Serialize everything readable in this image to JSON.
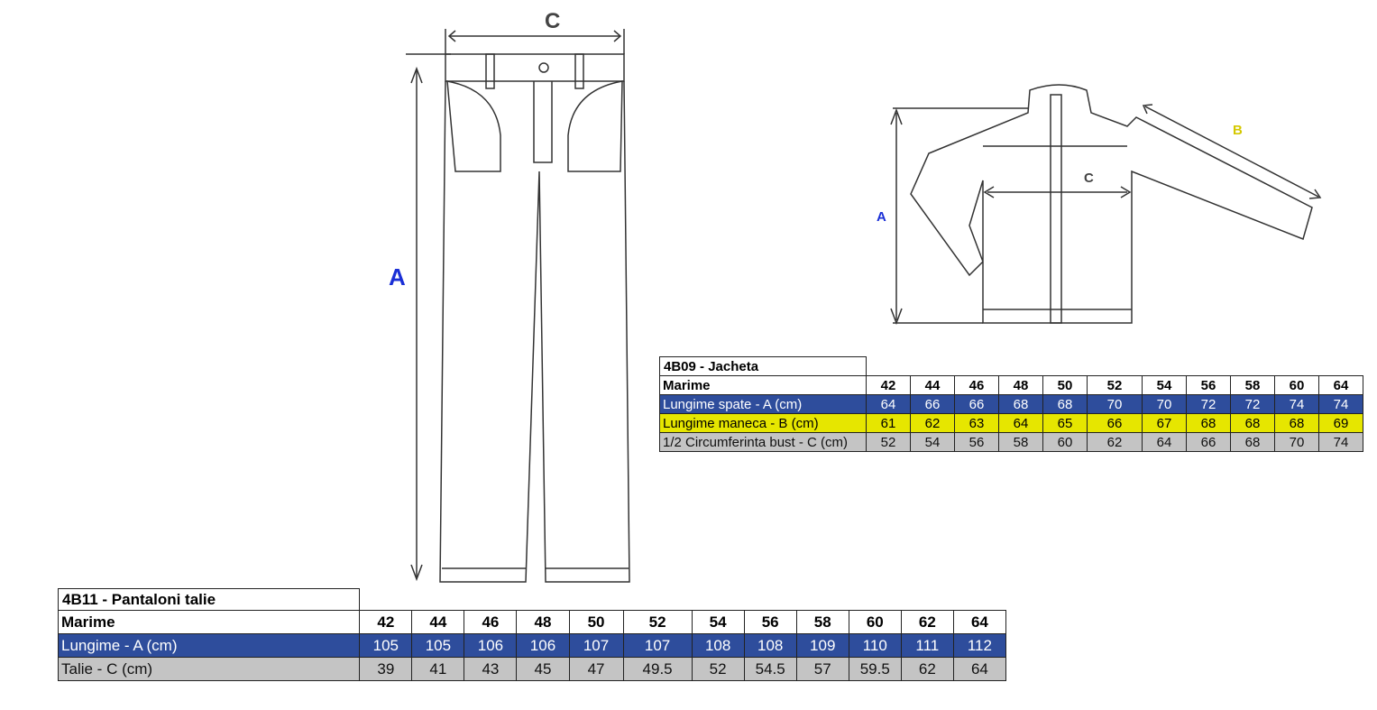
{
  "pants": {
    "labels": {
      "a": "A",
      "c": "C"
    },
    "table": {
      "title": "4B11 - Pantaloni talie",
      "header_label": "Marime",
      "sizes": [
        "42",
        "44",
        "46",
        "48",
        "50",
        "52",
        "54",
        "56",
        "58",
        "60",
        "62",
        "64"
      ],
      "rows": [
        {
          "label": "Lungime  - A (cm)",
          "style": "blue",
          "values": [
            "105",
            "105",
            "106",
            "106",
            "107",
            "107",
            "108",
            "108",
            "109",
            "110",
            "111",
            "112"
          ]
        },
        {
          "label": "Talie - C (cm)",
          "style": "gray",
          "values": [
            "39",
            "41",
            "43",
            "45",
            "47",
            "49.5",
            "52",
            "54.5",
            "57",
            "59.5",
            "62",
            "64"
          ]
        }
      ]
    }
  },
  "jacket": {
    "labels": {
      "a": "A",
      "b": "B",
      "c": "C"
    },
    "table": {
      "title": "4B09 - Jacheta",
      "header_label": "Marime",
      "sizes": [
        "42",
        "44",
        "46",
        "48",
        "50",
        "52",
        "54",
        "56",
        "58",
        "60",
        "64"
      ],
      "rows": [
        {
          "label": "Lungime spate - A (cm)",
          "style": "blue",
          "values": [
            "64",
            "66",
            "66",
            "68",
            "68",
            "70",
            "70",
            "72",
            "72",
            "74",
            "74"
          ]
        },
        {
          "label": "Lungime maneca - B (cm)",
          "style": "yellow",
          "values": [
            "61",
            "62",
            "63",
            "64",
            "65",
            "66",
            "67",
            "68",
            "68",
            "68",
            "69"
          ]
        },
        {
          "label": "1/2 Circumferinta bust - C (cm)",
          "style": "gray",
          "values": [
            "52",
            "54",
            "56",
            "58",
            "60",
            "62",
            "64",
            "66",
            "68",
            "70",
            "74"
          ]
        }
      ]
    }
  },
  "colors": {
    "blue": "#2e4d9c",
    "yellow": "#e6e600",
    "gray": "#c4c4c4",
    "letter_a": "#1a2fd6",
    "letter_b": "#d4c800"
  }
}
